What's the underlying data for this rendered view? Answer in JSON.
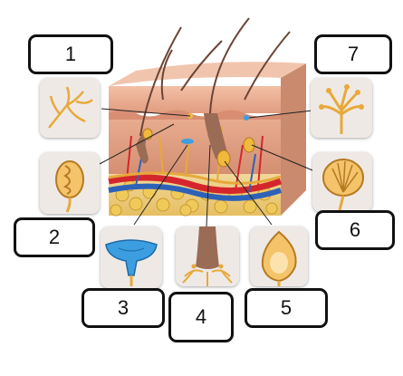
{
  "labels": {
    "l1": "1",
    "l2": "2",
    "l3": "3",
    "l4": "4",
    "l5": "5",
    "l6": "6",
    "l7": "7"
  },
  "colors": {
    "nerve": "#e7a93a",
    "artery": "#d4262d",
    "vein": "#2d62b8",
    "fat": "#e9c04a",
    "epidermis": "#e7a88d",
    "dermis": "#d99a7e",
    "meissner_blue": "#3c9ee0"
  }
}
